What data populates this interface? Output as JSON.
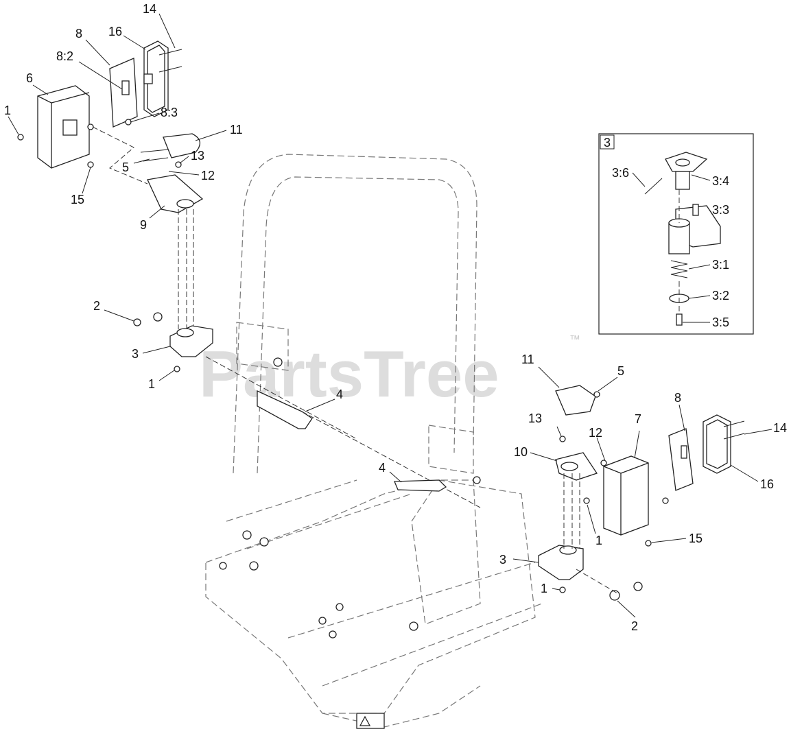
{
  "watermark": {
    "text": "PartsTree",
    "trademark": "™"
  },
  "detail_box": {
    "label": "3"
  },
  "callouts": {
    "c14_top": "14",
    "c16_top": "16",
    "c8_top": "8",
    "c8_2": "8:2",
    "c8_3": "8:3",
    "c6": "6",
    "c1_top": "1",
    "c11_top": "11",
    "c13_top": "13",
    "c5_top": "5",
    "c12_top": "12",
    "c15_top": "15",
    "c9": "9",
    "c2_left": "2",
    "c3_left": "3",
    "c1_left": "1",
    "c4_left": "4",
    "c11_right": "11",
    "c5_right": "5",
    "c8_right": "8",
    "c14_right": "14",
    "c7": "7",
    "c13_right": "13",
    "c12_right": "12",
    "c10": "10",
    "c16_right": "16",
    "c4_right": "4",
    "c1_right": "1",
    "c15_right": "15",
    "c3_right": "3",
    "c1_bottom": "1",
    "c2_bottom": "2",
    "d3_6": "3:6",
    "d3_4": "3:4",
    "d3_3": "3:3",
    "d3_1": "3:1",
    "d3_2": "3:2",
    "d3_5": "3:5"
  },
  "icons": [
    "bolt-icon",
    "nut-icon",
    "washer-icon",
    "light-housing-icon",
    "warning-decal-icon"
  ]
}
